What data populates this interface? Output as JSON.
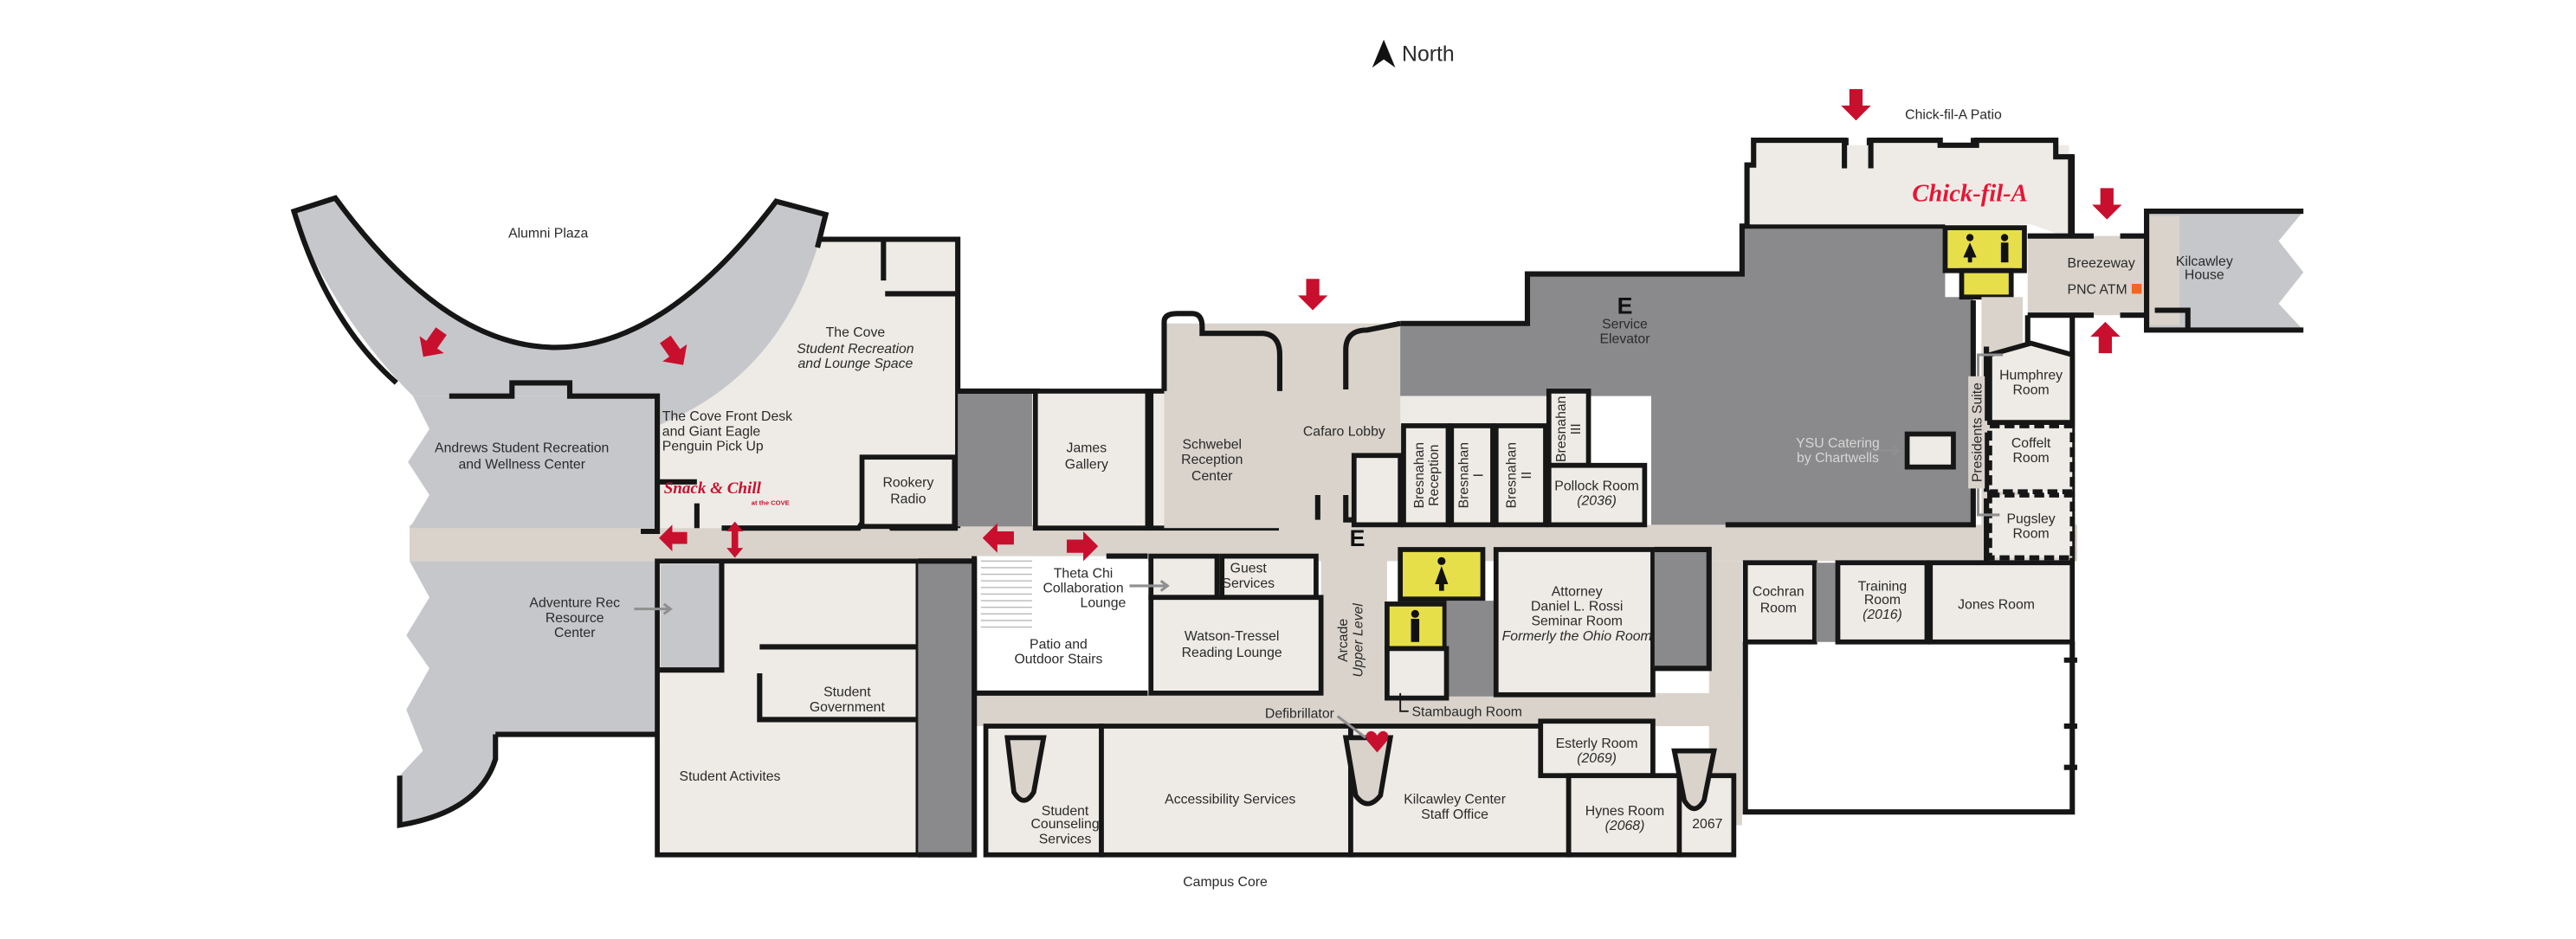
{
  "compass": {
    "label": "North"
  },
  "colors": {
    "room": "#eeebe6",
    "corridor": "#d9d3cb",
    "recreation_gray": "#c6c7cb",
    "service_gray": "#8a8a8c",
    "restroom_yellow": "#e6df4a",
    "entrance_red": "#c8102e",
    "atm_orange": "#f26522",
    "wall": "#161616"
  },
  "labels": {
    "alumni_plaza": "Alumni Plaza",
    "cove": {
      "title": "The Cove",
      "sub": [
        "Student Recreation",
        "and Lounge Space"
      ]
    },
    "cove_desk": [
      "The Cove Front Desk",
      "and Giant Eagle",
      "Penguin Pick Up"
    ],
    "andrews": [
      "Andrews Student Recreation",
      "and Wellness Center"
    ],
    "snack_chill": {
      "title": "Snack & Chill",
      "sub": "at the COVE"
    },
    "rookery": [
      "Rookery",
      "Radio"
    ],
    "james": [
      "James",
      "Gallery"
    ],
    "schwebel": [
      "Schwebel",
      "Reception",
      "Center"
    ],
    "cafaro": "Cafaro Lobby",
    "service_elevator": {
      "mark": "E",
      "lines": [
        "Service",
        "Elevator"
      ]
    },
    "bres_reception": [
      "Bresnahan",
      "Reception"
    ],
    "bres_1": [
      "Bresnahan",
      "I"
    ],
    "bres_2": [
      "Bresnahan",
      "II"
    ],
    "bres_3": [
      "Bresnahan",
      "III"
    ],
    "pollock": [
      "Pollock Room",
      "(2036)"
    ],
    "elevator": "E",
    "chickfila_patio": "Chick-fil-A Patio",
    "chickfila_logo": "Chick-fil-A",
    "breezeway": "Breezeway",
    "atm": "PNC ATM",
    "kilcawley_house": [
      "Kilcawley",
      "House"
    ],
    "ysu_catering": [
      "YSU Catering",
      "by Chartwells"
    ],
    "presidents_suite": "Presidents Suite",
    "humphrey": [
      "Humphrey",
      "Room"
    ],
    "coffelt": [
      "Coffelt",
      "Room"
    ],
    "pugsley": [
      "Pugsley",
      "Room"
    ],
    "cochran": [
      "Cochran",
      "Room"
    ],
    "training": [
      "Training",
      "Room",
      "(2016)"
    ],
    "jones": "Jones Room",
    "adventure_rec": [
      "Adventure Rec",
      "Resource",
      "Center"
    ],
    "theta_chi": [
      "Theta Chi",
      "Collaboration",
      "Lounge"
    ],
    "guest_services": [
      "Guest",
      "Services"
    ],
    "patio": [
      "Patio and",
      "Outdoor Stairs"
    ],
    "watson": [
      "Watson-Tressel",
      "Reading Lounge"
    ],
    "arcade": {
      "title": "Arcade",
      "sub": "Upper Level"
    },
    "attorney": [
      "Attorney",
      "Daniel L. Rossi",
      "Seminar Room",
      "Formerly the Ohio Room"
    ],
    "stambaugh": "Stambaugh Room",
    "defibrillator": "Defibrillator",
    "student_gov": [
      "Student",
      "Government"
    ],
    "student_activities": "Student Activites",
    "counseling": [
      "Student",
      "Counseling",
      "Services"
    ],
    "accessibility": "Accessibility Services",
    "staff_office": [
      "Kilcawley Center",
      "Staff Office"
    ],
    "esterly": [
      "Esterly Room",
      "(2069)"
    ],
    "hynes": [
      "Hynes Room",
      "(2068)"
    ],
    "room_2067": "2067",
    "campus_core": "Campus Core"
  }
}
